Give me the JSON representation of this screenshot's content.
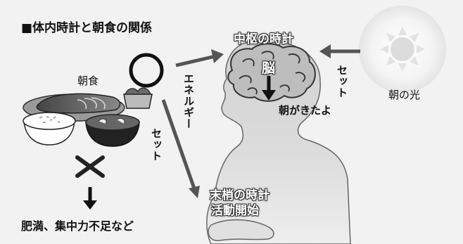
{
  "title": "■体内時計と朝食の関係",
  "labels": {
    "breakfast": "朝食",
    "morning_light": "朝の光",
    "central_clock": "中枢の時計",
    "brain": "脳",
    "woke_up": "朝がきたよ",
    "energy": "エネルギー",
    "set_right": "セット",
    "set_left": "セット",
    "peripheral_clock": "末梢の時計",
    "activity_start": "活動開始",
    "consequence": "肥満、集中力不足など"
  },
  "symbols": {
    "with_breakfast": "circle-mark",
    "without_breakfast": "cross-mark"
  },
  "colors": {
    "background": "#f2f2f2",
    "figure_fill": "#d8d8d8",
    "arrow": "#555555",
    "text": "#111111"
  }
}
